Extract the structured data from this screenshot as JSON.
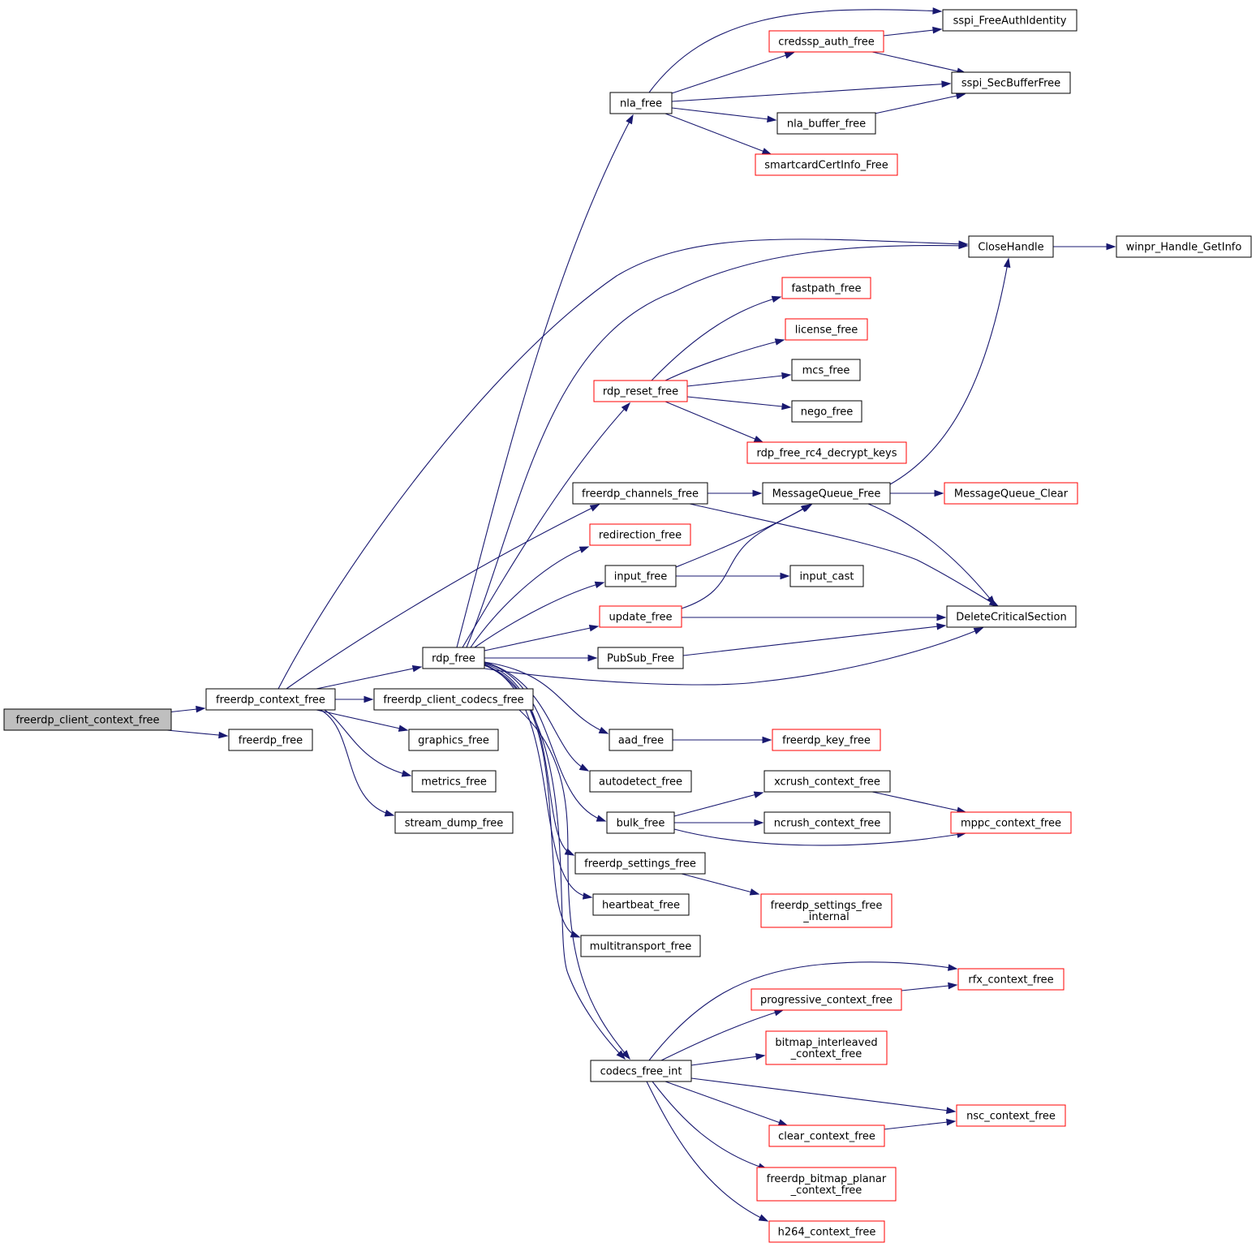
{
  "colors": {
    "edge": "#191970",
    "node_fill": "#ffffff",
    "root_fill": "#bfbfbf",
    "border_default": "#000000",
    "border_incomplete": "#ff0000"
  },
  "nodes": [
    {
      "id": "freerdp_client_context_free",
      "lines": [
        "freerdp_client_context_free"
      ],
      "style": "root"
    },
    {
      "id": "freerdp_context_free",
      "lines": [
        "freerdp_context_free"
      ],
      "style": "black"
    },
    {
      "id": "freerdp_free",
      "lines": [
        "freerdp_free"
      ],
      "style": "black"
    },
    {
      "id": "rdp_free",
      "lines": [
        "rdp_free"
      ],
      "style": "black"
    },
    {
      "id": "freerdp_client_codecs_free",
      "lines": [
        "freerdp_client_codecs_free"
      ],
      "style": "black"
    },
    {
      "id": "graphics_free",
      "lines": [
        "graphics_free"
      ],
      "style": "black"
    },
    {
      "id": "metrics_free",
      "lines": [
        "metrics_free"
      ],
      "style": "black"
    },
    {
      "id": "stream_dump_free",
      "lines": [
        "stream_dump_free"
      ],
      "style": "black"
    },
    {
      "id": "nla_free",
      "lines": [
        "nla_free"
      ],
      "style": "black"
    },
    {
      "id": "rdp_reset_free",
      "lines": [
        "rdp_reset_free"
      ],
      "style": "red"
    },
    {
      "id": "freerdp_channels_free",
      "lines": [
        "freerdp_channels_free"
      ],
      "style": "black"
    },
    {
      "id": "redirection_free",
      "lines": [
        "redirection_free"
      ],
      "style": "red"
    },
    {
      "id": "input_free",
      "lines": [
        "input_free"
      ],
      "style": "black"
    },
    {
      "id": "update_free",
      "lines": [
        "update_free"
      ],
      "style": "red"
    },
    {
      "id": "PubSub_Free",
      "lines": [
        "PubSub_Free"
      ],
      "style": "black"
    },
    {
      "id": "aad_free",
      "lines": [
        "aad_free"
      ],
      "style": "black"
    },
    {
      "id": "autodetect_free",
      "lines": [
        "autodetect_free"
      ],
      "style": "black"
    },
    {
      "id": "bulk_free",
      "lines": [
        "bulk_free"
      ],
      "style": "black"
    },
    {
      "id": "freerdp_settings_free",
      "lines": [
        "freerdp_settings_free"
      ],
      "style": "black"
    },
    {
      "id": "heartbeat_free",
      "lines": [
        "heartbeat_free"
      ],
      "style": "black"
    },
    {
      "id": "multitransport_free",
      "lines": [
        "multitransport_free"
      ],
      "style": "black"
    },
    {
      "id": "codecs_free_int",
      "lines": [
        "codecs_free_int"
      ],
      "style": "black"
    },
    {
      "id": "credssp_auth_free",
      "lines": [
        "credssp_auth_free"
      ],
      "style": "red"
    },
    {
      "id": "nla_buffer_free",
      "lines": [
        "nla_buffer_free"
      ],
      "style": "black"
    },
    {
      "id": "smartcardCertInfo_Free",
      "lines": [
        "smartcardCertInfo_Free"
      ],
      "style": "red"
    },
    {
      "id": "sspi_FreeAuthIdentity",
      "lines": [
        "sspi_FreeAuthIdentity"
      ],
      "style": "black"
    },
    {
      "id": "sspi_SecBufferFree",
      "lines": [
        "sspi_SecBufferFree"
      ],
      "style": "black"
    },
    {
      "id": "CloseHandle",
      "lines": [
        "CloseHandle"
      ],
      "style": "black"
    },
    {
      "id": "winpr_Handle_GetInfo",
      "lines": [
        "winpr_Handle_GetInfo"
      ],
      "style": "black"
    },
    {
      "id": "fastpath_free",
      "lines": [
        "fastpath_free"
      ],
      "style": "red"
    },
    {
      "id": "license_free",
      "lines": [
        "license_free"
      ],
      "style": "red"
    },
    {
      "id": "mcs_free",
      "lines": [
        "mcs_free"
      ],
      "style": "black"
    },
    {
      "id": "nego_free",
      "lines": [
        "nego_free"
      ],
      "style": "black"
    },
    {
      "id": "rdp_free_rc4_decrypt_keys",
      "lines": [
        "rdp_free_rc4_decrypt_keys"
      ],
      "style": "red"
    },
    {
      "id": "MessageQueue_Free",
      "lines": [
        "MessageQueue_Free"
      ],
      "style": "black"
    },
    {
      "id": "MessageQueue_Clear",
      "lines": [
        "MessageQueue_Clear"
      ],
      "style": "red"
    },
    {
      "id": "input_cast",
      "lines": [
        "input_cast"
      ],
      "style": "black"
    },
    {
      "id": "DeleteCriticalSection",
      "lines": [
        "DeleteCriticalSection"
      ],
      "style": "black"
    },
    {
      "id": "freerdp_key_free",
      "lines": [
        "freerdp_key_free"
      ],
      "style": "red"
    },
    {
      "id": "xcrush_context_free",
      "lines": [
        "xcrush_context_free"
      ],
      "style": "black"
    },
    {
      "id": "ncrush_context_free",
      "lines": [
        "ncrush_context_free"
      ],
      "style": "black"
    },
    {
      "id": "mppc_context_free",
      "lines": [
        "mppc_context_free"
      ],
      "style": "red"
    },
    {
      "id": "freerdp_settings_free_internal",
      "lines": [
        "freerdp_settings_free",
        "_internal"
      ],
      "style": "red"
    },
    {
      "id": "rfx_context_free",
      "lines": [
        "rfx_context_free"
      ],
      "style": "red"
    },
    {
      "id": "progressive_context_free",
      "lines": [
        "progressive_context_free"
      ],
      "style": "red"
    },
    {
      "id": "bitmap_interleaved_context_free",
      "lines": [
        "bitmap_interleaved",
        "_context_free"
      ],
      "style": "red"
    },
    {
      "id": "nsc_context_free",
      "lines": [
        "nsc_context_free"
      ],
      "style": "red"
    },
    {
      "id": "clear_context_free",
      "lines": [
        "clear_context_free"
      ],
      "style": "red"
    },
    {
      "id": "freerdp_bitmap_planar_context_free",
      "lines": [
        "freerdp_bitmap_planar",
        "_context_free"
      ],
      "style": "red"
    },
    {
      "id": "h264_context_free",
      "lines": [
        "h264_context_free"
      ],
      "style": "red"
    }
  ]
}
